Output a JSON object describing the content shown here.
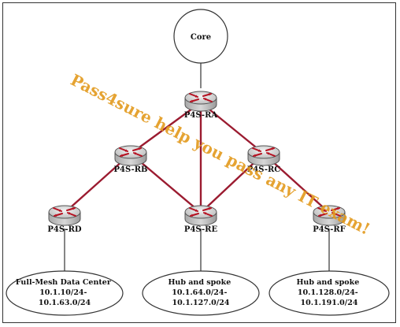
{
  "colors": {
    "link": "#9b1b30",
    "drop": "#333333",
    "watermark": "#e39a1c",
    "router_body": "#d0d0d0",
    "router_arrow": "#b51020"
  },
  "core": {
    "label": "Core"
  },
  "routers": {
    "ra": {
      "label": "P4S-RA",
      "icon": "router-icon"
    },
    "rb": {
      "label": "P4S-RB",
      "icon": "router-icon"
    },
    "rc": {
      "label": "P4S-RC",
      "icon": "router-icon"
    },
    "rd": {
      "label": "P4S-RD",
      "icon": "router-icon"
    },
    "re": {
      "label": "P4S-RE",
      "icon": "router-icon"
    },
    "rf": {
      "label": "P4S-RF",
      "icon": "router-icon"
    }
  },
  "segments": {
    "left": {
      "lines": [
        "Full-Mesh Data Center",
        "10.1.10/24-",
        "10.1.63.0/24"
      ]
    },
    "middle": {
      "lines": [
        "Hub and spoke",
        "10.1.64.0/24-",
        "10.1.127.0/24"
      ]
    },
    "right": {
      "lines": [
        "Hub and spoke",
        "10.1.128.0/24-",
        "10.1.191.0/24"
      ]
    }
  },
  "watermark": {
    "text": "Pass4sure help you pass any IT exam!"
  }
}
